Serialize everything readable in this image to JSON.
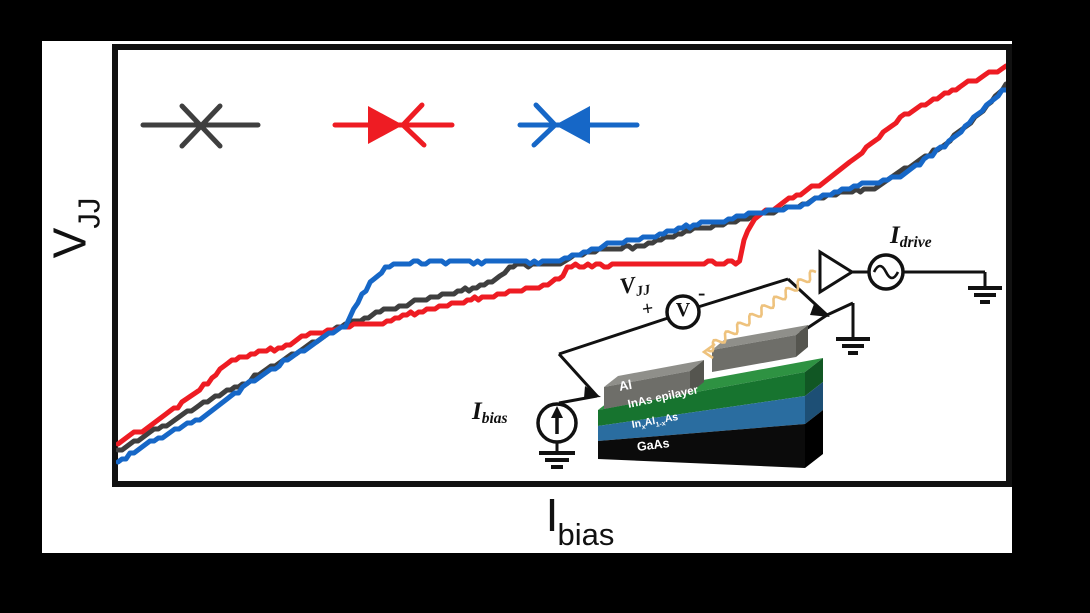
{
  "figure": {
    "background": "#000000",
    "panel_background": "#ffffff",
    "frame_color": "#111111"
  },
  "axes": {
    "x_label": {
      "main": "I",
      "sub": "bias"
    },
    "y_label": {
      "main": "V",
      "sub": "JJ"
    }
  },
  "legend": {
    "items": [
      {
        "id": "junction-cross-symbol",
        "symbol": "line-with-x-cross",
        "color": "#3f3f3f"
      },
      {
        "id": "forward-diode-symbol",
        "symbol": "right-pointing-diode",
        "color": "#ee1c23"
      },
      {
        "id": "reverse-diode-symbol",
        "symbol": "left-pointing-diode",
        "color": "#1667c7"
      }
    ]
  },
  "chart_data": {
    "type": "line",
    "title": "",
    "xlabel": "I_bias",
    "ylabel": "V_JJ",
    "axis_tick_labels": "none (arbitrary units)",
    "grid": false,
    "legend_position": "top-left-inside",
    "xlim": [
      0,
      1
    ],
    "ylim": [
      0,
      1
    ],
    "series": [
      {
        "name": "black (junction-cross symbol)",
        "color": "#3f3f3f",
        "points": [
          [
            0,
            0.065
          ],
          [
            0.036,
            0.109
          ],
          [
            0.092,
            0.174
          ],
          [
            0.149,
            0.233
          ],
          [
            0.205,
            0.302
          ],
          [
            0.256,
            0.363
          ],
          [
            0.295,
            0.391
          ],
          [
            0.334,
            0.416
          ],
          [
            0.374,
            0.435
          ],
          [
            0.408,
            0.449
          ],
          [
            0.43,
            0.472
          ],
          [
            0.441,
            0.493
          ],
          [
            0.453,
            0.5
          ],
          [
            0.498,
            0.505
          ],
          [
            0.509,
            0.516
          ],
          [
            0.537,
            0.533
          ],
          [
            0.554,
            0.54
          ],
          [
            0.588,
            0.544
          ],
          [
            0.616,
            0.563
          ],
          [
            0.644,
            0.579
          ],
          [
            0.672,
            0.591
          ],
          [
            0.7,
            0.605
          ],
          [
            0.729,
            0.623
          ],
          [
            0.757,
            0.633
          ],
          [
            0.785,
            0.651
          ],
          [
            0.813,
            0.667
          ],
          [
            0.836,
            0.674
          ],
          [
            0.852,
            0.677
          ],
          [
            0.881,
            0.716
          ],
          [
            0.909,
            0.751
          ],
          [
            0.937,
            0.791
          ],
          [
            0.965,
            0.844
          ],
          [
            0.988,
            0.891
          ],
          [
            1.0,
            0.919
          ]
        ]
      },
      {
        "name": "red (right-pointing diode symbol)",
        "color": "#ee1c23",
        "points": [
          [
            0,
            0.086
          ],
          [
            0.036,
            0.128
          ],
          [
            0.072,
            0.179
          ],
          [
            0.092,
            0.209
          ],
          [
            0.124,
            0.274
          ],
          [
            0.154,
            0.295
          ],
          [
            0.185,
            0.309
          ],
          [
            0.207,
            0.333
          ],
          [
            0.236,
            0.349
          ],
          [
            0.256,
            0.358
          ],
          [
            0.289,
            0.363
          ],
          [
            0.312,
            0.377
          ],
          [
            0.334,
            0.388
          ],
          [
            0.357,
            0.402
          ],
          [
            0.385,
            0.412
          ],
          [
            0.41,
            0.426
          ],
          [
            0.436,
            0.433
          ],
          [
            0.464,
            0.447
          ],
          [
            0.484,
            0.456
          ],
          [
            0.501,
            0.472
          ],
          [
            0.506,
            0.498
          ],
          [
            0.543,
            0.5
          ],
          [
            0.588,
            0.502
          ],
          [
            0.633,
            0.502
          ],
          [
            0.678,
            0.505
          ],
          [
            0.7,
            0.507
          ],
          [
            0.705,
            0.558
          ],
          [
            0.717,
            0.609
          ],
          [
            0.738,
            0.633
          ],
          [
            0.76,
            0.658
          ],
          [
            0.794,
            0.693
          ],
          [
            0.824,
            0.737
          ],
          [
            0.852,
            0.791
          ],
          [
            0.881,
            0.842
          ],
          [
            0.914,
            0.881
          ],
          [
            0.948,
            0.916
          ],
          [
            0.976,
            0.942
          ],
          [
            1.0,
            0.958
          ]
        ]
      },
      {
        "name": "blue (left-pointing diode symbol)",
        "color": "#1667c7",
        "points": [
          [
            0,
            0.042
          ],
          [
            0.036,
            0.088
          ],
          [
            0.092,
            0.142
          ],
          [
            0.149,
            0.226
          ],
          [
            0.205,
            0.3
          ],
          [
            0.256,
            0.358
          ],
          [
            0.27,
            0.414
          ],
          [
            0.284,
            0.458
          ],
          [
            0.301,
            0.493
          ],
          [
            0.315,
            0.505
          ],
          [
            0.351,
            0.507
          ],
          [
            0.396,
            0.507
          ],
          [
            0.441,
            0.509
          ],
          [
            0.492,
            0.507
          ],
          [
            0.503,
            0.516
          ],
          [
            0.52,
            0.526
          ],
          [
            0.551,
            0.549
          ],
          [
            0.582,
            0.558
          ],
          [
            0.61,
            0.57
          ],
          [
            0.644,
            0.591
          ],
          [
            0.678,
            0.602
          ],
          [
            0.706,
            0.616
          ],
          [
            0.74,
            0.628
          ],
          [
            0.768,
            0.637
          ],
          [
            0.794,
            0.66
          ],
          [
            0.824,
            0.681
          ],
          [
            0.852,
            0.691
          ],
          [
            0.881,
            0.705
          ],
          [
            0.903,
            0.737
          ],
          [
            0.931,
            0.779
          ],
          [
            0.954,
            0.819
          ],
          [
            0.978,
            0.874
          ],
          [
            1.0,
            0.912
          ]
        ]
      }
    ]
  },
  "inset": {
    "circuit": {
      "voltmeter_label": "V",
      "v_jj": {
        "main": "V",
        "sub": "JJ"
      },
      "plus": "+",
      "minus": "-",
      "i_drive": {
        "main": "I",
        "sub": "drive"
      },
      "i_bias": {
        "main": "I",
        "sub": "bias"
      },
      "wire_color": "#111111",
      "microwave_color": "#eec27d"
    },
    "device": {
      "layers": [
        {
          "label": "Al",
          "top": "#8f8f8a",
          "front": "#6e6e69",
          "side": "#55554f"
        },
        {
          "label": "InAs epilayer",
          "top": "#2e9242",
          "front": "#17742f",
          "side": "#115724"
        },
        {
          "parts": {
            "p1": "In",
            "s1": "x",
            "p2": "Al",
            "s2": "1-x",
            "p3": "As"
          },
          "front": "#2a6da0",
          "side": "#1d4f75"
        },
        {
          "label": "GaAs",
          "front": "#0b0b0b",
          "side": "#000000"
        }
      ]
    }
  }
}
